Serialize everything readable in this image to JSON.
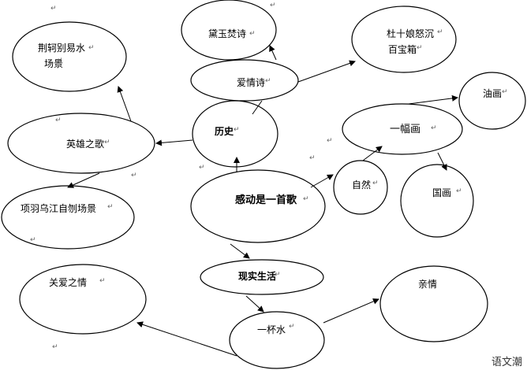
{
  "nodes": {
    "daiyu": "黛玉焚诗",
    "jingke": [
      "荆轲别易水",
      "场景"
    ],
    "dushiniang": [
      "杜十娘怒沉",
      "百宝箱"
    ],
    "aiqingshi": "爱情诗",
    "youhua": "油画",
    "yingxiong": "英雄之歌",
    "lishi": "历史",
    "yifuhua": "一幅画",
    "ziran": "自然",
    "xiangyu": "项羽乌江自刎场景",
    "center": "感动是一首歌",
    "guohua": "国画",
    "xianshi": "现实生活",
    "guanai": "关爱之情",
    "qinqing": "亲情",
    "yibeishui": "一杯水"
  },
  "paragraph_mark": "↵",
  "watermark": "语文潮"
}
